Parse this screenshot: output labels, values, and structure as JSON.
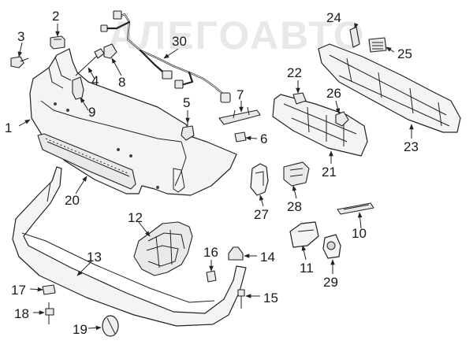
{
  "watermark": "АЛЕГОАВТО",
  "callouts": [
    "1",
    "2",
    "3",
    "4",
    "5",
    "6",
    "7",
    "8",
    "9",
    "10",
    "11",
    "12",
    "13",
    "14",
    "15",
    "16",
    "17",
    "18",
    "19",
    "20",
    "21",
    "22",
    "23",
    "24",
    "25",
    "26",
    "27",
    "28",
    "29",
    "30"
  ]
}
